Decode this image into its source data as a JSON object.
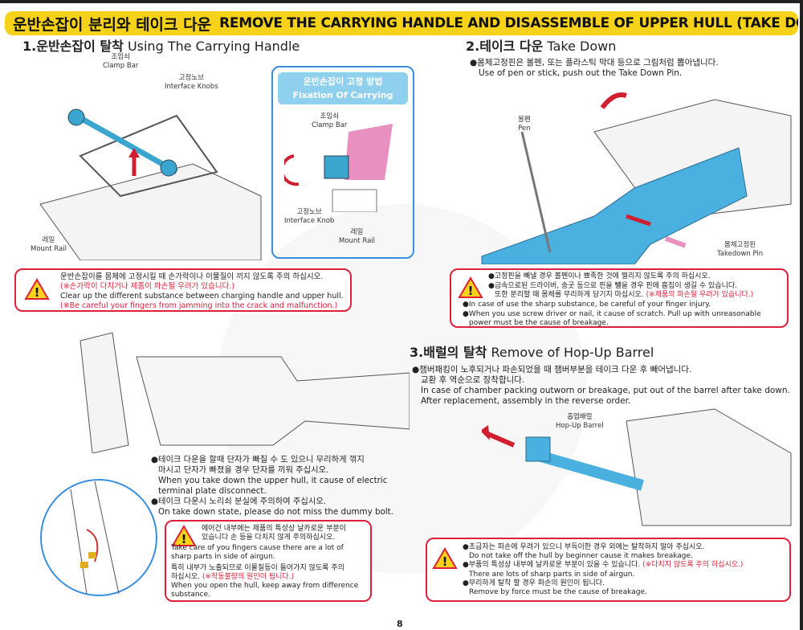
{
  "banner": {
    "ko": "운반손잡이 분리와  테이크 다운",
    "en": "REMOVE THE CARRYING HANDLE AND DISASSEMBLE OF UPPER HULL (TAKE DOWN)"
  },
  "section1": {
    "num": "1.",
    "ko": "운반손잡이 탈착",
    "en": "Using The Carrying Handle",
    "labels": {
      "clamp_ko": "조임쇠",
      "clamp_en": "Clamp Bar",
      "knobs_ko": "고정노브",
      "knobs_en": "Interface Knobs",
      "rail_ko": "레일",
      "rail_en": "Mount Rail"
    },
    "inset": {
      "title_ko": "운반손잡이 고정 방법",
      "title_en": "Fixation Of Carrying Handle",
      "clamp_ko": "조임쇠",
      "clamp_en": "Clamp Bar",
      "knob_ko": "고정노브",
      "knob_en": "Interface Knob",
      "rail_ko": "레일",
      "rail_en": "Mount Rail"
    },
    "warning": [
      "운반손잡이를 몸체에 고정시킬 때 손가락이나 이물질이 끼지 않도록 주의 하십시오.",
      "(※손가락이 다치거나 제품이 파손될 우려가 있습니다.)",
      "Clear up the different substance between charging handle and upper hull.",
      "(※Be careful your fingers from jamming into the crack and malfunction.)"
    ]
  },
  "section2": {
    "num": "2.",
    "ko": "테이크 다운",
    "en": "Take Down",
    "text": [
      "●몸체고정핀은 볼펜, 또는 플라스틱 막대 등으로 그림처럼 뽑아냅니다.",
      "Use of pen or stick, push out the Take Down Pin."
    ],
    "labels": {
      "pen_ko": "볼펜",
      "pen_en": "Pen",
      "pin_ko": "몸체고정핀",
      "pin_en": "Takedown Pin"
    },
    "warning": [
      "●고정핀을 빼낼 경우 볼펜이나 뾰족한 것에 찔리지 않도록 주의 하십시오.",
      "●금속으로된 드라이버, 송곳 등으로 핀을 뺄을 경우 핀에 흠집이 생길 수 있습니다.",
      "또한 분리할 때 몸체를 무리하게 당기지 마십시오.",
      "(※제품의 파손될 우려가 있습니다.)",
      "●In case of use the sharp substance, be careful of your finger injury.",
      "●When you use screw driver or nail, it cause of scratch. Pull up with unreasonable",
      "power must be the cause of breakage."
    ]
  },
  "section3": {
    "num": "3.",
    "ko": "배럴의 탈착",
    "en": "Remove of Hop-Up Barrel",
    "text": [
      "●챔버패킹이 노후되거나 파손되었을 때 챔버부분을 테이크 다운 후 빼어냅니다.",
      "교환 후 역순으로 장착합니다.",
      "In case of chamber packing outworn or breakage, put out of the barrel after take down.",
      "After replacement, assembly in the reverse order."
    ],
    "labels": {
      "barrel_ko": "홉업배럴",
      "barrel_en": "Hop-Up Barrel"
    },
    "warning": [
      "●초급자는 파손에 우려가 있으니 부득이한 경우 외에는 탈착하지 말아 주십시오.",
      "Do not take off the hull by beginner cause it makes breakage.",
      "●부품의 특성상 내부에 날카로운 부분이 있을 수 있습니다.",
      "(※다치지 않도록 주의 하십시오.)",
      "There are lots of sharp parts in side of airgun.",
      "●무리하게 탈착 할 경우 파손의 원인이 됩니다.",
      "Remove by force must be the cause of breakage."
    ]
  },
  "takedown_notes": {
    "text": [
      "●테이크 다운을 할때 단자가 빠질 수 도 있으니 무리하게 꺾지",
      "마시고 단자가 빠졌을 경우 단자를 끼워 주십시오.",
      "When you take down the upper hull, it cause of electric",
      "terminal plate disconnect.",
      "●테이크 다운시 노리쇠 분실에 주의하여 주십시오.",
      "On take down state, please do not miss the dummy bolt."
    ],
    "warning": [
      "에어건 내부에는 제품의 특성상 날카로운 부분이",
      "있습니다 손 등을 다치지 않게 주의하십시오.",
      "Take care of you fingers cause there are a lot of",
      "sharp parts in side of airgun.",
      "특히 내부가 노출되므로 이물질등이 들어가지 않도록 주의",
      "하십시오.",
      "(※작동불량의 원인이 됩니다.)",
      "When you open the hull, keep away from difference",
      "substance."
    ]
  },
  "page_number": "8",
  "colors": {
    "banner": "#f6d21a",
    "warning_border": "#e0203a",
    "accent_blue": "#4ab0e0"
  }
}
